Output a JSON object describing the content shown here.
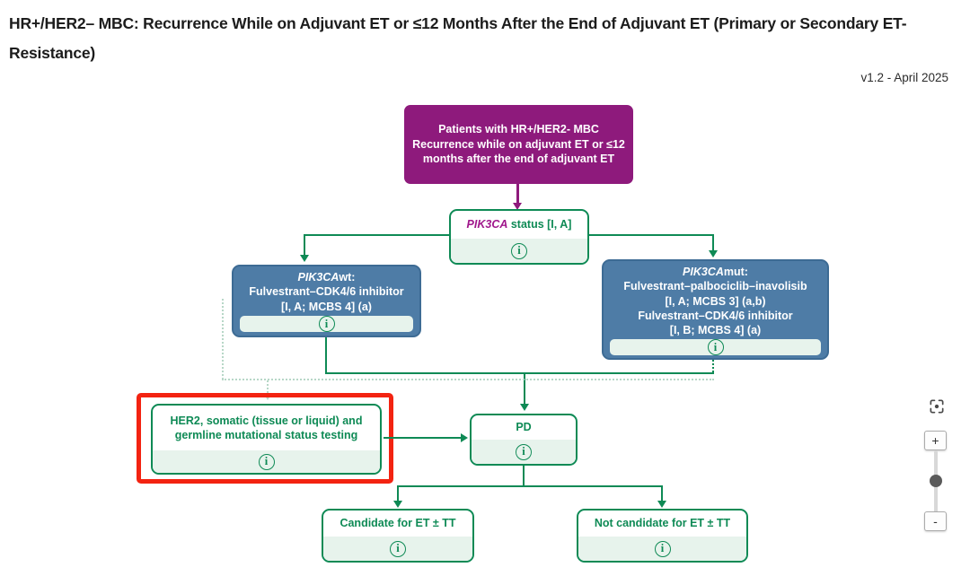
{
  "header": {
    "title": "HR+/HER2– MBC: Recurrence While on Adjuvant ET or ≤12 Months After the End of Adjuvant ET (Primary or Secondary ET-Resistance)",
    "version": "v1.2 - April 2025"
  },
  "colors": {
    "green": "#0E8A55",
    "green_light": "#E7F3EC",
    "purple": "#8E1A7C",
    "blue": "#4E7CA6",
    "blue_border": "#3D6B94",
    "gene_magenta": "#A0188C",
    "highlight_red": "#F32311",
    "dotted_line": "#B7D7C7"
  },
  "icons": {
    "info": "i",
    "zoom_in": "+",
    "zoom_out": "-",
    "fit_view": "focus-corners-icon"
  },
  "flowchart": {
    "patient_box": {
      "line1": "Patients with HR+/HER2- MBC",
      "line2": "Recurrence while on adjuvant ET or ≤12 months after the end of adjuvant ET"
    },
    "pik3ca_status_box": {
      "gene": "PIK3CA",
      "text": " status [I, A]"
    },
    "pik3ca_wt_box": {
      "gene": "PIK3CA",
      "suffix": "wt:",
      "line2": "Fulvestrant–CDK4/6 inhibitor",
      "line3": "[I, A; MCBS 4] (a)"
    },
    "pik3ca_mut_box": {
      "gene": "PIK3CA",
      "suffix": "mut:",
      "line2": "Fulvestrant–palbociclib–inavolisib",
      "line3": "[I, A; MCBS 3] (a,b)",
      "line4": "Fulvestrant–CDK4/6 inhibitor",
      "line5": "[I, B; MCBS 4] (a)"
    },
    "testing_box": {
      "text": "HER2, somatic (tissue or liquid) and germline mutational status testing",
      "highlighted": true
    },
    "pd_box": {
      "text": "PD"
    },
    "candidate_box": {
      "text": "Candidate for ET ± TT"
    },
    "not_candidate_box": {
      "text": "Not candidate for ET ± TT"
    }
  }
}
